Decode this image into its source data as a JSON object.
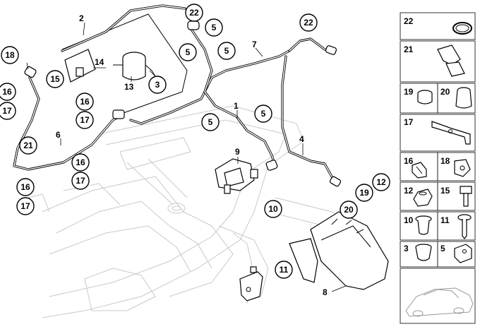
{
  "callouts_circled": {
    "c18": "18",
    "c16a": "16",
    "c17a": "17",
    "c21": "21",
    "c16b": "16",
    "c17b": "17",
    "c16c": "16",
    "c17c": "17",
    "c16d": "16",
    "c17d": "17",
    "c15": "15",
    "c3": "3",
    "c22a": "22",
    "c5a": "5",
    "c5b": "5",
    "c5c": "5",
    "c5d": "5",
    "c5e": "5",
    "c22b": "22",
    "c10": "10",
    "c20": "20",
    "c19": "19",
    "c12": "12",
    "c11": "11"
  },
  "callouts_plain": {
    "p2": "2",
    "p14": "14",
    "p13": "13",
    "p6": "6",
    "p7": "7",
    "p1": "1",
    "p9": "9",
    "p4": "4",
    "p8": "8"
  },
  "legend": {
    "r22": "22",
    "r21": "21",
    "r19": "19",
    "r20": "20",
    "r17": "17",
    "r16": "16",
    "r18": "18",
    "r12": "12",
    "r15": "15",
    "r10": "10",
    "r11": "11",
    "r3": "3",
    "r5": "5"
  }
}
